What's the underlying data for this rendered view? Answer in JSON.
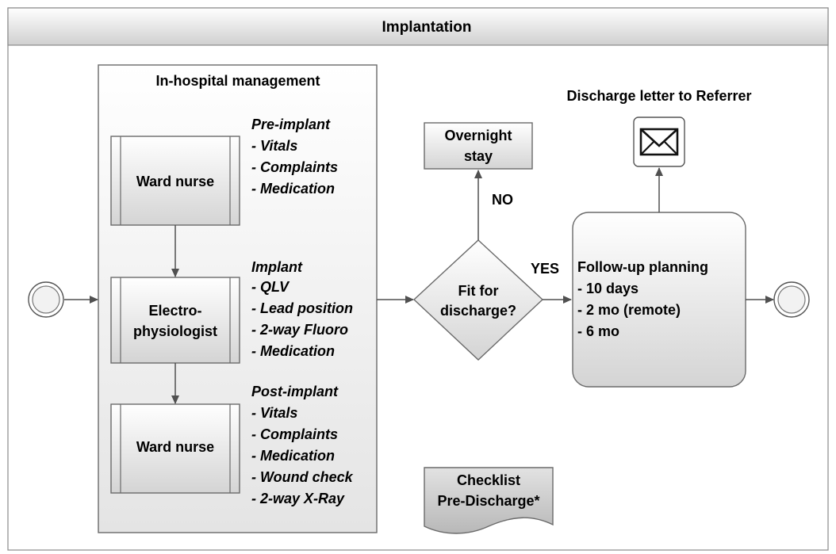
{
  "pool": {
    "title": "Implantation"
  },
  "subprocess": {
    "title": "In-hospital management"
  },
  "tasks": {
    "ward_nurse_pre": "Ward nurse",
    "ep_line1": "Electro-",
    "ep_line2": "physiologist",
    "ward_nurse_post": "Ward nurse"
  },
  "annotations": {
    "pre_implant": [
      "Pre-implant",
      "- Vitals",
      "- Complaints",
      "- Medication"
    ],
    "implant": [
      "Implant",
      "- QLV",
      "- Lead position",
      "- 2-way Fluoro",
      "- Medication"
    ],
    "post_implant": [
      "Post-implant",
      "- Vitals",
      "- Complaints",
      "- Medication",
      "- Wound check",
      "- 2-way X-Ray"
    ]
  },
  "gateway": {
    "line1": "Fit for",
    "line2": "discharge?"
  },
  "flow_labels": {
    "yes": "YES",
    "no": "NO"
  },
  "overnight": {
    "line1": "Overnight",
    "line2": "stay"
  },
  "followup": {
    "lines": [
      "Follow-up planning",
      "- 10 days",
      "- 2 mo (remote)",
      "- 6 mo"
    ]
  },
  "discharge_letter": {
    "label": "Discharge letter to Referrer",
    "icon": "envelope-icon"
  },
  "checklist": {
    "line1": "Checklist",
    "line2": "Pre-Discharge*"
  },
  "colors": {
    "pool_header_top": "#ffffff",
    "pool_header_bottom": "#d4d4d4",
    "task_top": "#ffffff",
    "task_bottom": "#d6d6d6",
    "document_fill": "#c8c8c8",
    "stroke": "#555555"
  }
}
